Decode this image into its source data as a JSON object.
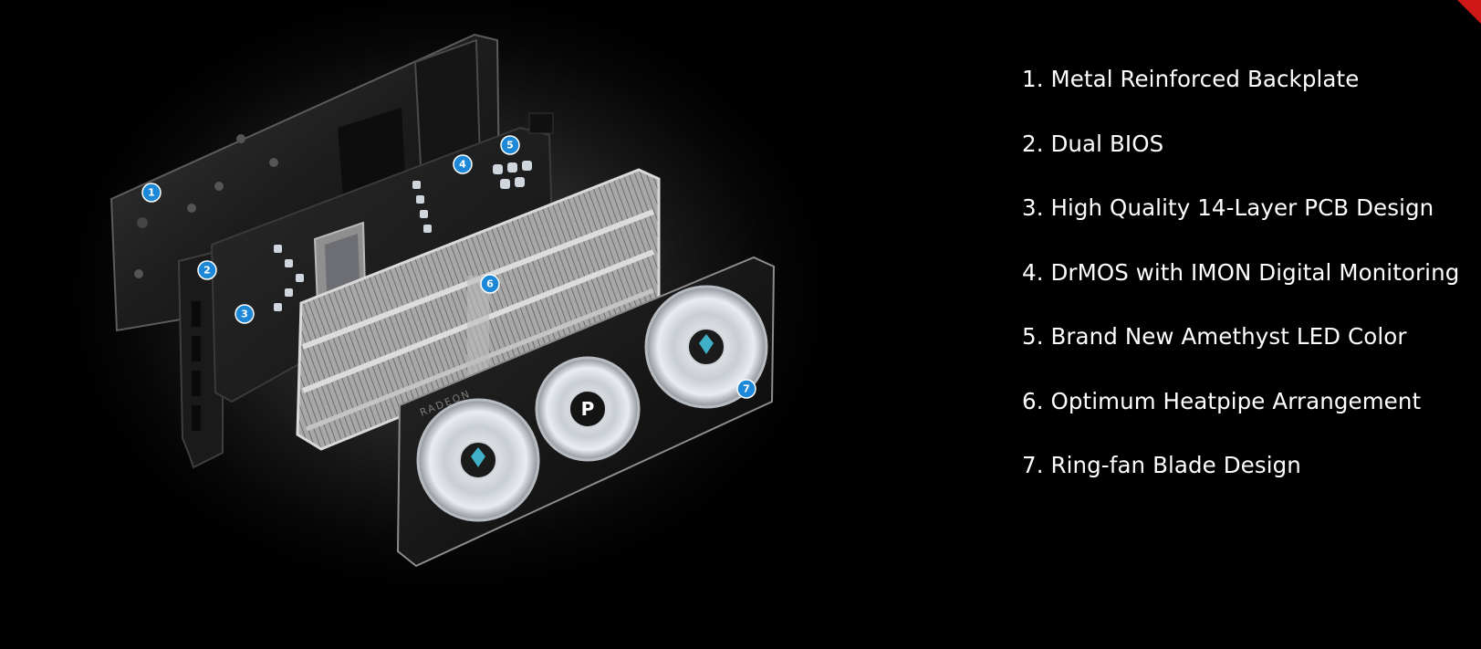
{
  "features": [
    "1. Metal Reinforced Backplate",
    "2. Dual BIOS",
    "3. High Quality 14-Layer PCB Design",
    "4. DrMOS with IMON Digital Monitoring",
    "5. Brand New Amethyst LED Color",
    "6. Optimum Heatpipe Arrangement",
    "7. Ring-fan Blade Design"
  ],
  "callouts": [
    "1",
    "2",
    "3",
    "4",
    "5",
    "6",
    "7"
  ],
  "shroud_text": "RADEON",
  "colors": {
    "background": "#000000",
    "text": "#ffffff",
    "callout_badge": "#1e88d8",
    "corner_accent": "#d01818",
    "pcb": "#1a1a1a",
    "heatsink": "#9c9c9c"
  }
}
